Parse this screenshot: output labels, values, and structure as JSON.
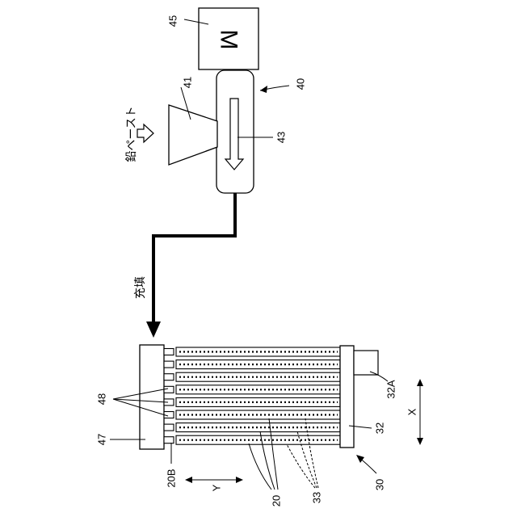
{
  "labels": {
    "motor_symbol": "M",
    "motor_ref": "45",
    "hopper_ref": "41",
    "extruder_assembly_ref": "40",
    "screw_ref": "43",
    "material": "鉛ペースト",
    "filling": "充填",
    "manifold_ref": "47",
    "nozzles_ref": "48",
    "tube_end_ref": "20B",
    "tubes_ref": "20",
    "holes_ref": "33",
    "plate_ref": "32",
    "plate_tab_ref": "32A",
    "assembly_ref": "30",
    "axis_x": "X",
    "axis_y": "Y"
  },
  "counts": {
    "tubes": 8,
    "nozzles": 8
  }
}
